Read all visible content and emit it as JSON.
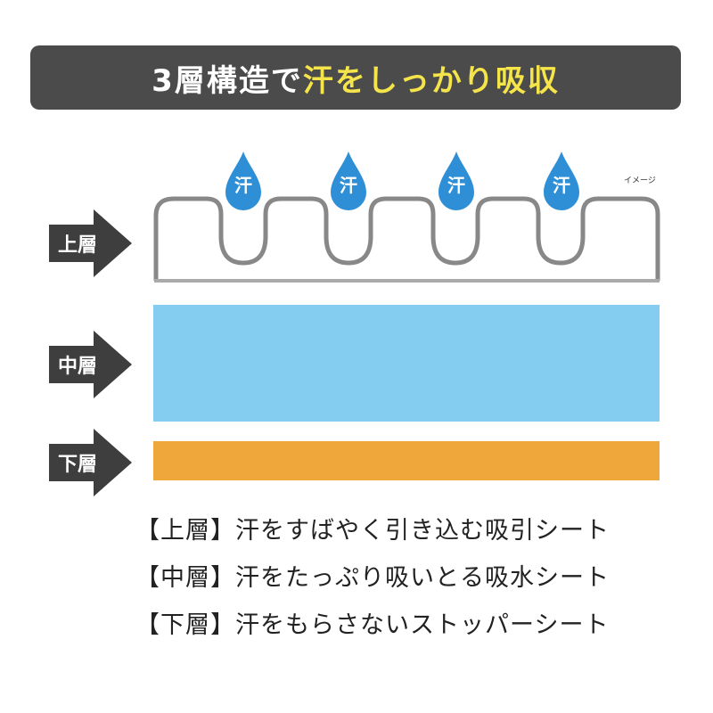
{
  "banner": {
    "prefix": "3層構造で",
    "highlight": "汗をしっかり吸収",
    "colors": {
      "background": "#4b4b4b",
      "highlight": "#f5e44a"
    }
  },
  "image_note": "イメージ",
  "drops": [
    {
      "label": "汗"
    },
    {
      "label": "汗"
    },
    {
      "label": "汗"
    },
    {
      "label": "汗"
    }
  ],
  "layers": {
    "top": {
      "arrow_label": "上層"
    },
    "middle": {
      "arrow_label": "中層",
      "color": "#84cdf0"
    },
    "bottom": {
      "arrow_label": "下層",
      "color": "#efa73c"
    }
  },
  "descriptions": [
    "【上層】汗をすばやく引き込む吸引シート",
    "【中層】汗をたっぷり吸いとる吸水シート",
    "【下層】汗をもらさないストッパーシート"
  ],
  "icons": {
    "drop": "water-drop-icon",
    "arrow": "right-arrow-icon"
  }
}
